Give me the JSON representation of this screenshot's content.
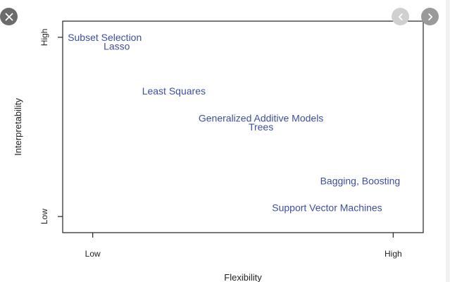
{
  "viewer": {
    "close_icon": "close-icon",
    "prev_icon": "chevron-left-icon",
    "next_icon": "chevron-right-icon"
  },
  "chart_data": {
    "type": "scatter",
    "xlabel": "Flexibility",
    "ylabel": "Interpretability",
    "x_ticks": [
      {
        "value": 0,
        "label": "Low"
      },
      {
        "value": 1,
        "label": "High"
      }
    ],
    "y_ticks": [
      {
        "value": 0,
        "label": "Low"
      },
      {
        "value": 1,
        "label": "High"
      }
    ],
    "xlim": [
      -0.1,
      1.1
    ],
    "ylim": [
      -0.09,
      1.09
    ],
    "grid": false,
    "legend": "none",
    "text_color": "#3f4ea1",
    "axis_color": "#222222",
    "points": [
      {
        "label": "Subset Selection",
        "x": 0.04,
        "y": 1.0
      },
      {
        "label": "Lasso",
        "x": 0.08,
        "y": 0.95
      },
      {
        "label": "Least Squares",
        "x": 0.27,
        "y": 0.7
      },
      {
        "label": "Generalized Additive Models",
        "x": 0.56,
        "y": 0.55
      },
      {
        "label": "Trees",
        "x": 0.56,
        "y": 0.5
      },
      {
        "label": "Bagging, Boosting",
        "x": 0.89,
        "y": 0.2
      },
      {
        "label": "Support Vector Machines",
        "x": 0.78,
        "y": 0.05
      }
    ]
  }
}
